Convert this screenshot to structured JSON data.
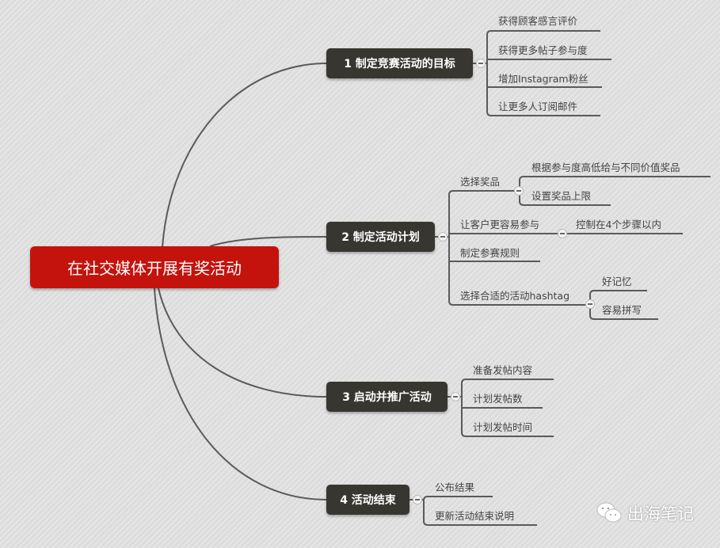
{
  "root": {
    "label": "在社交媒体开展有奖活动"
  },
  "branches": [
    {
      "label": "1 制定竞赛活动的目标",
      "children": [
        {
          "label": "获得顾客感言评价"
        },
        {
          "label": "获得更多帖子参与度"
        },
        {
          "label": "增加Instagram粉丝"
        },
        {
          "label": "让更多人订阅邮件"
        }
      ]
    },
    {
      "label": "2 制定活动计划",
      "children": [
        {
          "label": "选择奖品",
          "children": [
            {
              "label": "根据参与度高低给与不同价值奖品"
            },
            {
              "label": "设置奖品上限"
            }
          ]
        },
        {
          "label": "让客户更容易参与",
          "children": [
            {
              "label": "控制在4个步骤以内"
            }
          ]
        },
        {
          "label": "制定参赛规则"
        },
        {
          "label": "选择合适的活动hashtag",
          "children": [
            {
              "label": "好记忆"
            },
            {
              "label": "容易拼写"
            }
          ]
        }
      ]
    },
    {
      "label": "3 启动并推广活动",
      "children": [
        {
          "label": "准备发帖内容"
        },
        {
          "label": "计划发帖数"
        },
        {
          "label": "计划发帖时间"
        }
      ]
    },
    {
      "label": "4 活动结束",
      "children": [
        {
          "label": "公布结果"
        },
        {
          "label": "更新活动结束说明"
        }
      ]
    }
  ],
  "watermark": {
    "label": "出海笔记",
    "icon": "wechat-icon"
  },
  "colors": {
    "root": "#c4130c",
    "branch": "#383631",
    "line": "#555555"
  }
}
